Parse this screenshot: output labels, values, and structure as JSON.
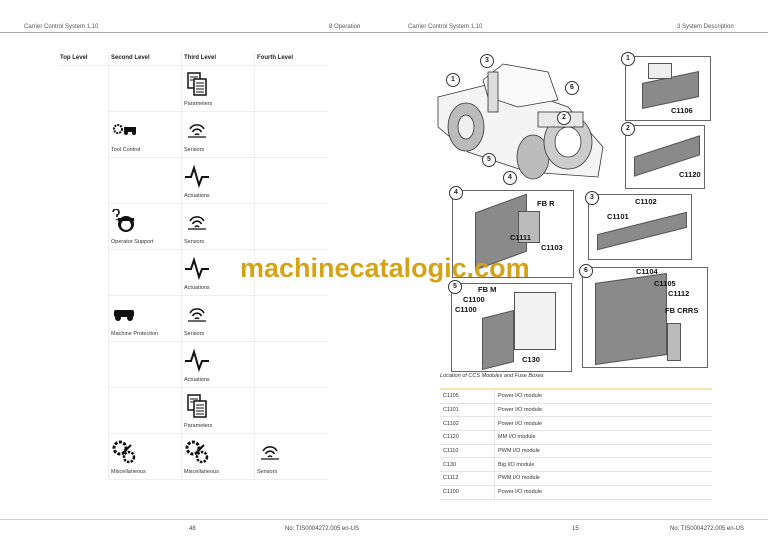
{
  "left_page": {
    "header_left": "Carrier Control System 1.10",
    "header_right": "8 Operation",
    "columns": [
      "Top Level",
      "Second Level",
      "Third Level",
      "Fourth Level"
    ],
    "top_level_rows": [
      {
        "third": {
          "icon": "parameters-icon",
          "label": "Parameters"
        }
      },
      {
        "second": {
          "icon": "tool-control-icon",
          "label": "Tool Control"
        },
        "third": {
          "icon": "sensors-icon",
          "label": "Sensors"
        }
      },
      {
        "third": {
          "icon": "actuations-icon",
          "label": "Actuations"
        }
      },
      {
        "second": {
          "icon": "operator-support-icon",
          "label": "Operator Support"
        },
        "third": {
          "icon": "sensors-icon",
          "label": "Sensors"
        }
      },
      {
        "third": {
          "icon": "actuations-icon",
          "label": "Actuations"
        }
      },
      {
        "second": {
          "icon": "machine-protection-icon",
          "label": "Machine Protection"
        },
        "third": {
          "icon": "sensors-icon",
          "label": "Sensors"
        }
      },
      {
        "third": {
          "icon": "actuations-icon",
          "label": "Actuations"
        }
      },
      {
        "third": {
          "icon": "parameters-icon",
          "label": "Parameters"
        }
      },
      {
        "second": {
          "icon": "miscellaneous-icon",
          "label": "Miscellaneous"
        },
        "third": {
          "icon": "miscellaneous-icon",
          "label": "Miscellaneous"
        },
        "fourth": {
          "icon": "sensors-icon",
          "label": "Sensors"
        }
      }
    ],
    "page_number": "48",
    "doc_number": "No: TIS0004272.005 en-US"
  },
  "watermark": "machinecatalogic.com",
  "right_page": {
    "header_left": "Carrier Control System 1.10",
    "header_right": "3 System Description",
    "figure": {
      "callouts": [
        "1",
        "2",
        "3",
        "4",
        "5",
        "6"
      ],
      "labels": {
        "c1106": "C1106",
        "c1120": "C1120",
        "fbr": "FB R",
        "c1103": "C1103",
        "c1111": "C1111",
        "c1102": "C1102",
        "c1101": "C1101",
        "fbm": "FB M",
        "c1100a": "C1100",
        "c1100b": "C1100",
        "c130": "C130",
        "c1104": "C1104",
        "c1105": "C1105",
        "c1112": "C1112",
        "fbcrrs": "FB CRRS"
      },
      "caption": "Location of CCS Modules and Fuse Boxes"
    },
    "modules_table": [
      {
        "code": "C1105",
        "desc": "Power I/O module"
      },
      {
        "code": "C1101",
        "desc": "Power I/O module"
      },
      {
        "code": "C1102",
        "desc": "Power I/O module"
      },
      {
        "code": "C1120",
        "desc": "MM I/O module"
      },
      {
        "code": "C1110",
        "desc": "PWM I/O module"
      },
      {
        "code": "C130",
        "desc": "Big I/O module"
      },
      {
        "code": "C1112",
        "desc": "PWM I/O module"
      },
      {
        "code": "C1100",
        "desc": "Power I/O module"
      }
    ],
    "page_number": "15",
    "doc_number": "No: TIS0004272.005 en-US"
  },
  "colors": {
    "watermark": "#d4a317",
    "table_top_border": "#f7e6a8"
  }
}
